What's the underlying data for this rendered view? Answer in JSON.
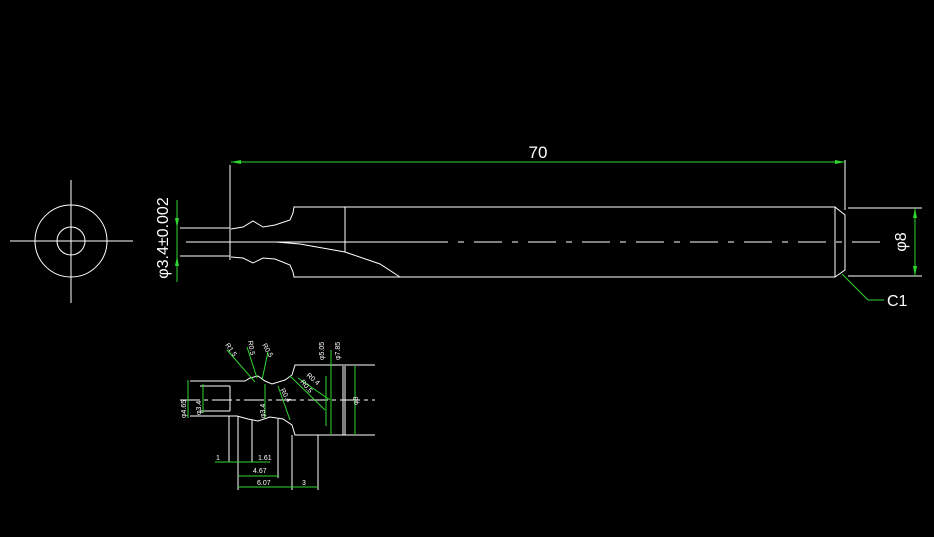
{
  "colors": {
    "background": "#000000",
    "geometry": "#ffffff",
    "dimension": "#2fd62f"
  },
  "main_view": {
    "length_dim": "70",
    "diameter_dim": "φ8",
    "shank_dim": "φ3.4±0.002",
    "chamfer_note": "C1"
  },
  "detail_view": {
    "radius_labels": [
      "R1.5",
      "R0.5",
      "R0.5",
      "R0.4",
      "R0.5",
      "R0.4"
    ],
    "diameter_labels": [
      "φ4.65",
      "φ3.4",
      "φ3.4",
      "φ5.05",
      "φ7.85",
      "φ8"
    ],
    "length_labels": [
      "1",
      "1.61",
      "4.67",
      "6.07",
      "3"
    ]
  }
}
